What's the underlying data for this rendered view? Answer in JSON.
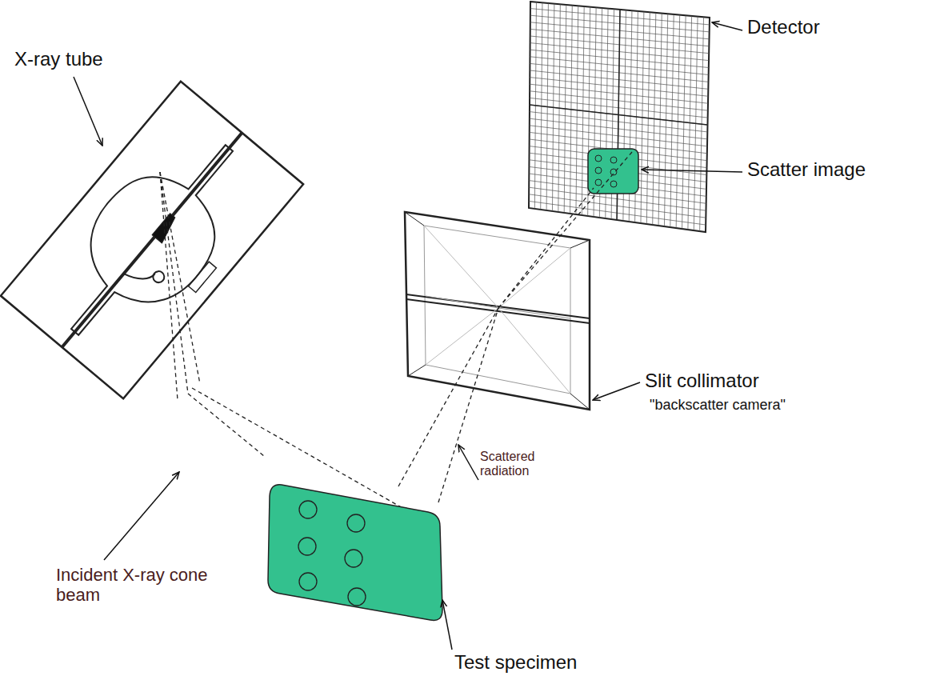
{
  "diagram": {
    "labels": [
      "X-ray tube",
      "Detector",
      "Scatter image",
      "Slit collimator",
      "\"backscatter camera\"",
      "Scattered radiation",
      "Incident X-ray cone beam",
      "Test specimen"
    ]
  }
}
